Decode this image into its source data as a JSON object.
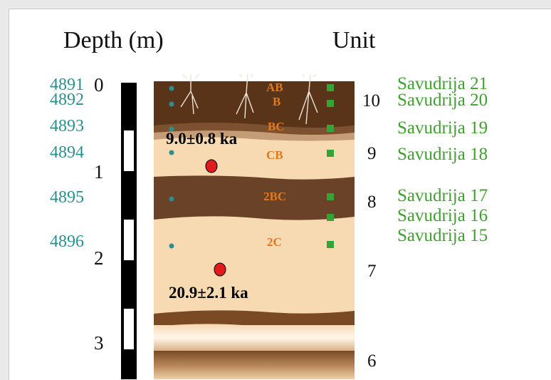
{
  "headers": {
    "depth": "Depth (m)",
    "unit": "Unit"
  },
  "samples": [
    "4891",
    "4892",
    "4893",
    "4894",
    "4895",
    "4896"
  ],
  "depth_ticks": [
    "0",
    "1",
    "2",
    "3"
  ],
  "units": [
    "10",
    "9",
    "8",
    "7",
    "6"
  ],
  "savudrija": [
    "Savudrija 21",
    "Savudrija 20",
    "Savudrija 19",
    "Savudrija 18",
    "Savudrija 17",
    "Savudrija 16",
    "Savudrija 15"
  ],
  "horizons": [
    "AB",
    "B",
    "BC",
    "CB",
    "2BC",
    "2C"
  ],
  "ages": [
    "9.0±0.8 ka",
    "20.9±2.1 ka"
  ],
  "colors": {
    "sample_text": "#2a8f8f",
    "name_text": "#3f9f2f",
    "horizon_text": "#e07a22",
    "dark_soil": "#5a3418",
    "light_soil": "#f7d9b2",
    "age_marker": "#e11b1b"
  },
  "icons": [
    "root-icon",
    "sample-dot-icon",
    "sample-square-icon",
    "age-marker-icon"
  ]
}
